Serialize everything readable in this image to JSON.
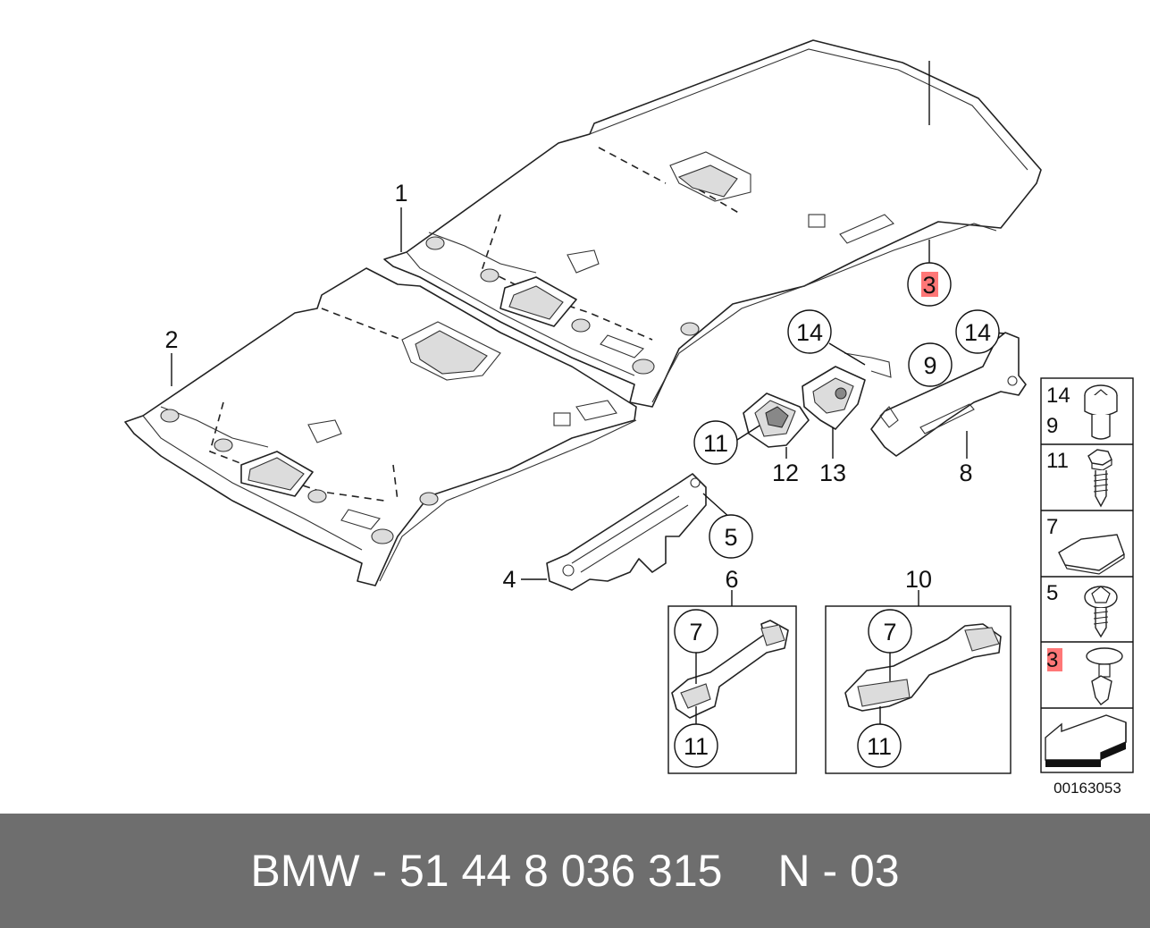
{
  "labels": {
    "l1": "1",
    "l2": "2",
    "l3": "3",
    "l4": "4",
    "l5": "5",
    "l6": "6",
    "l7a": "7",
    "l7b": "7",
    "l8": "8",
    "l9": "9",
    "l10": "10",
    "l11a": "11",
    "l11b": "11",
    "l11c": "11",
    "l12": "12",
    "l13": "13",
    "l14a": "14",
    "l14b": "14"
  },
  "legend": {
    "row1a": "14",
    "row1b": "9",
    "row2": "11",
    "row3": "7",
    "row4": "5",
    "row5": "3"
  },
  "diagram_number": "00163053",
  "footer": {
    "part_text": "BMW - 51 44 8 036 315",
    "code_text": "N - 03"
  },
  "colors": {
    "highlight": "#ff7777",
    "footer_bg": "#6e6e6e"
  }
}
